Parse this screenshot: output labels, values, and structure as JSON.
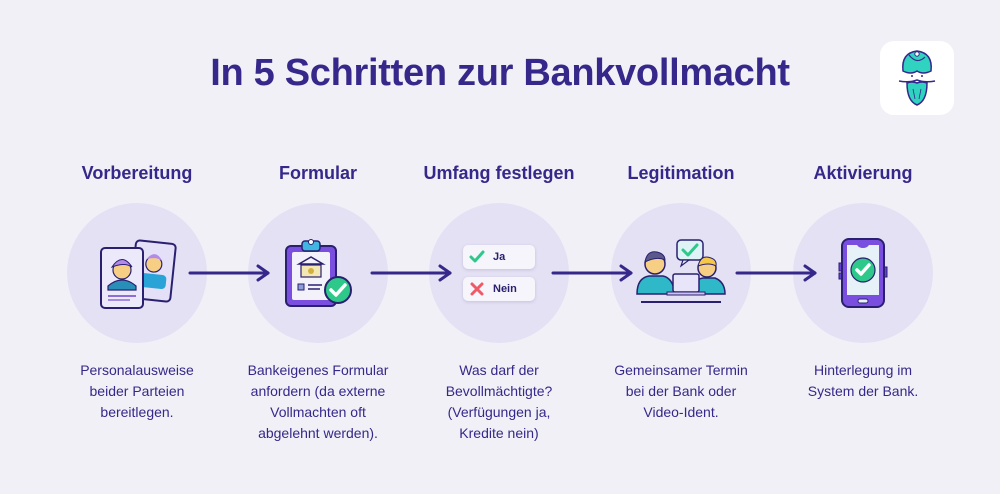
{
  "header": {
    "title": "In 5 Schritten zur Bankvollmacht",
    "logo": "turban-genie-logo"
  },
  "colors": {
    "background": "#f1f0f6",
    "primary_text": "#35288a",
    "circle_fill": "#e4e1f4",
    "check_green": "#2ec98a",
    "cross_red": "#ef5a66",
    "accent_purple": "#6b3fd4",
    "logo_teal": "#2fd3c0"
  },
  "steps": [
    {
      "title": "Vorbereitung",
      "icon": "id-cards-icon",
      "description_lines": [
        "Personalausweise",
        "beider Parteien",
        "bereitlegen."
      ]
    },
    {
      "title": "Formular",
      "icon": "clipboard-bank-check-icon",
      "description_lines": [
        "Bankeigenes Formular",
        "anfordern (da externe",
        "Vollmachten oft",
        "abgelehnt werden)."
      ]
    },
    {
      "title": "Umfang festlegen",
      "icon": "yes-no-choice-icon",
      "choices": {
        "yes": "Ja",
        "no": "Nein"
      },
      "description_lines": [
        "Was darf der",
        "Bevollmächtigte?",
        "(Verfügungen ja,",
        "Kredite nein)"
      ]
    },
    {
      "title": "Legitimation",
      "icon": "meeting-laptop-icon",
      "description_lines": [
        "Gemeinsamer Termin",
        "bei der Bank oder",
        "Video-Ident."
      ]
    },
    {
      "title": "Aktivierung",
      "icon": "phone-check-icon",
      "description_lines": [
        "Hinterlegung im",
        "System der Bank."
      ]
    }
  ]
}
